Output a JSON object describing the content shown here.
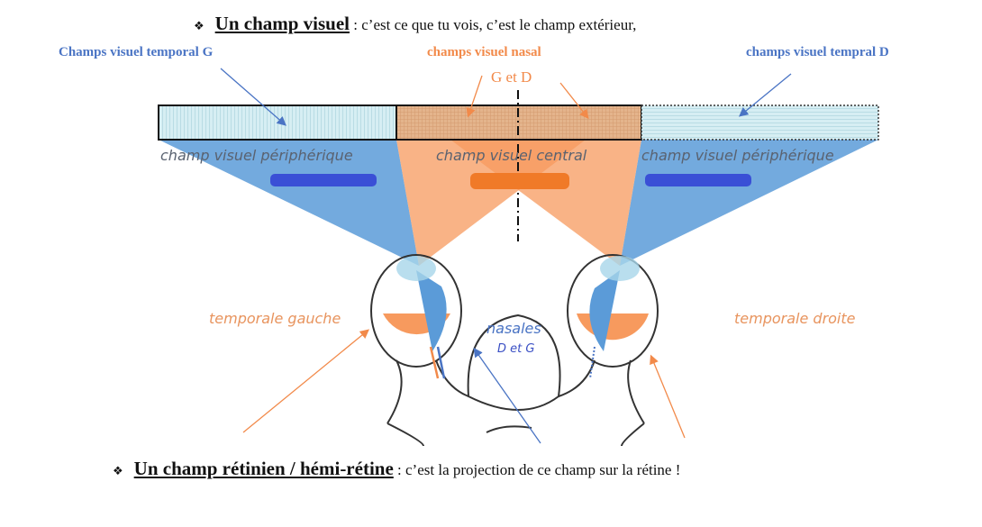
{
  "heading1": {
    "bullet": "❖",
    "term": "Un champ visuel",
    "rest": " : c’est ce que tu vois, c’est le champ extérieur,"
  },
  "labels": {
    "temporal_g": "Champs visuel temporal G",
    "nasal": "champs visuel nasal",
    "nasal_sub": "G et D",
    "temporal_d": "champs visuel tempral D"
  },
  "field_labels": {
    "left": "champ visuel périphérique",
    "center": "champ visuel central",
    "right": "champ visuel périphérique"
  },
  "retina_labels": {
    "temporal_left": "temporale gauche",
    "nasal": "nasales",
    "nasal_sub": "D et G",
    "temporal_right": "temporale droite"
  },
  "heading2": {
    "bullet": "❖",
    "term": "Un champ rétinien / hémi-rétine",
    "rest": " : c’est la projection de ce champ sur la rétine !"
  },
  "colors": {
    "blue": "#4a74c4",
    "orange": "#f28a4a",
    "light_blue": "#cdeaf0",
    "tan": "#e8b48a"
  }
}
